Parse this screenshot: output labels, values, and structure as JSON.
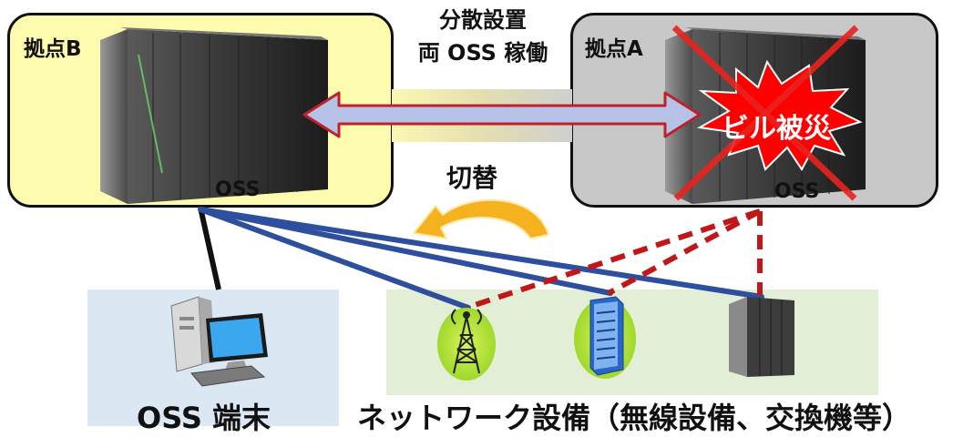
{
  "sites": {
    "b": {
      "label": "拠点B",
      "server_label": "OSS"
    },
    "a": {
      "label": "拠点A",
      "server_label": "OSS",
      "disaster_label": "ビル被災"
    }
  },
  "center": {
    "line1": "分散設置",
    "line2": "両 OSS 稼働",
    "switch_label": "切替"
  },
  "bottom": {
    "terminal_label": "OSS 端末",
    "network_label": "ネットワーク設備（無線設備、交換機等）"
  },
  "colors": {
    "site_b_bg": "#fdfbad",
    "site_a_bg": "#c8c8c8",
    "blue_link": "#2e4e9e",
    "red_dashed": "#c01818",
    "switch_arrow": "#f6b11e",
    "burst": "#ff0000"
  },
  "icons": [
    "server-rack-icon",
    "desktop-pc-icon",
    "radio-tower-icon",
    "network-server-icon",
    "exchange-server-icon",
    "explosion-icon",
    "cross-icon",
    "double-arrow-icon",
    "curved-arrow-icon"
  ]
}
